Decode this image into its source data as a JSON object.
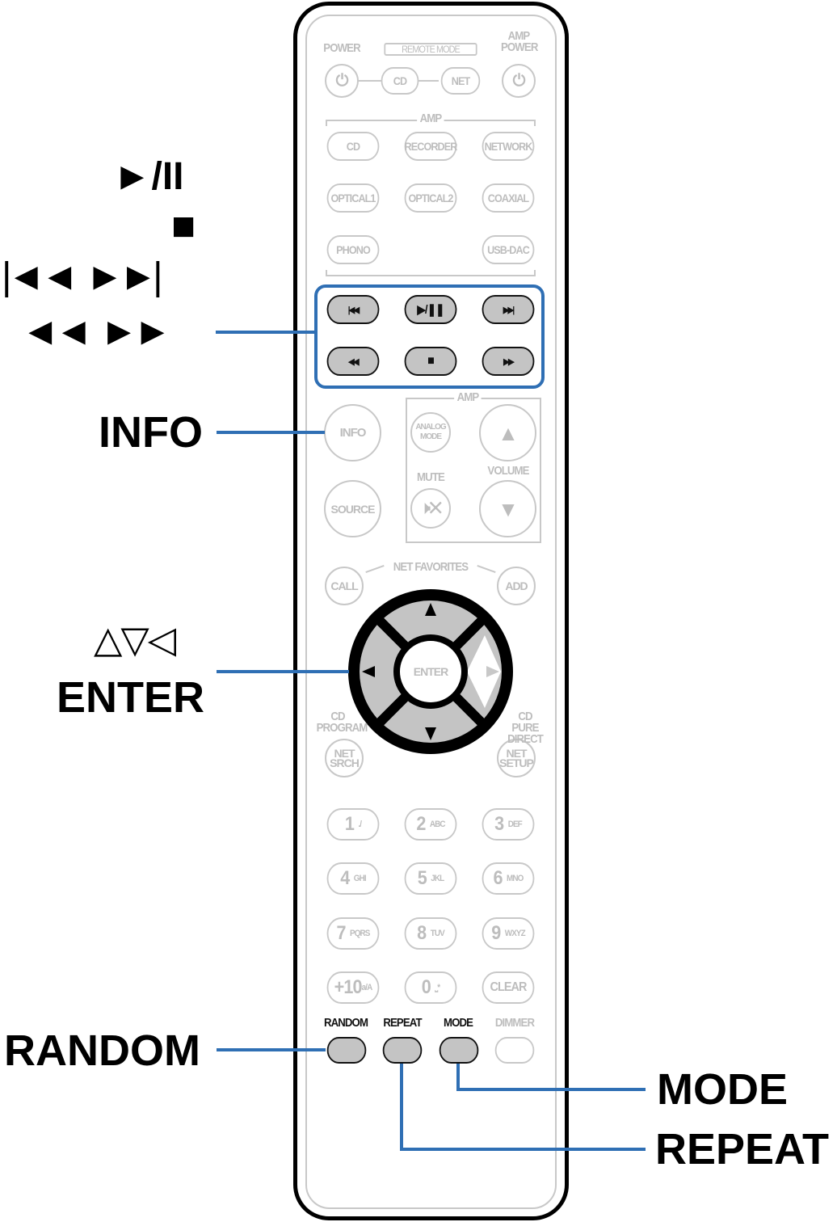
{
  "remote": {
    "power": "POWER",
    "remote_mode": "REMOTE MODE",
    "amp_power": "AMP POWER",
    "mode_cd": "CD",
    "mode_net": "NET",
    "amp": "AMP",
    "inputs": [
      "CD",
      "RECORDER",
      "NETWORK",
      "OPTICAL1",
      "OPTICAL2",
      "COAXIAL",
      "PHONO",
      "USB-DAC"
    ],
    "transport": [
      "prev",
      "play-pause",
      "next",
      "rewind",
      "stop",
      "fast-forward"
    ],
    "info": "INFO",
    "analog_mode": "ANALOG MODE",
    "mute": "MUTE",
    "volume": "VOLUME",
    "source": "SOURCE",
    "call": "CALL",
    "net_favorites": "NET FAVORITES",
    "add": "ADD",
    "enter": "ENTER",
    "cd_program": "CD PROGRAM",
    "cd_pure_direct": "CD PURE DIRECT",
    "net_srch": "NET SRCH",
    "net_setup": "NET SETUP",
    "keypad": [
      {
        "n": "1",
        "s": "./"
      },
      {
        "n": "2",
        "s": "ABC"
      },
      {
        "n": "3",
        "s": "DEF"
      },
      {
        "n": "4",
        "s": "GHI"
      },
      {
        "n": "5",
        "s": "JKL"
      },
      {
        "n": "6",
        "s": "MNO"
      },
      {
        "n": "7",
        "s": "PQRS"
      },
      {
        "n": "8",
        "s": "TUV"
      },
      {
        "n": "9",
        "s": "WXYZ"
      },
      {
        "n": "+10",
        "s": "a/A"
      },
      {
        "n": "0",
        "s": "⎵*"
      }
    ],
    "clear": "CLEAR",
    "random": "RANDOM",
    "repeat": "REPEAT",
    "mode": "MODE",
    "dimmer": "DIMMER"
  },
  "callouts": {
    "play_pause": "►/II",
    "stop": "■",
    "skip": "|◄◄  ►►|",
    "search": "◄◄  ►►",
    "info": "INFO",
    "cursor": "△▽◁",
    "enter": "ENTER",
    "random": "RANDOM",
    "mode": "MODE",
    "repeat": "REPEAT"
  },
  "colors": {
    "callout_line": "#2f6fb4",
    "inactive": "#c8c8c8",
    "highlight_fill": "#c4c4c4"
  }
}
